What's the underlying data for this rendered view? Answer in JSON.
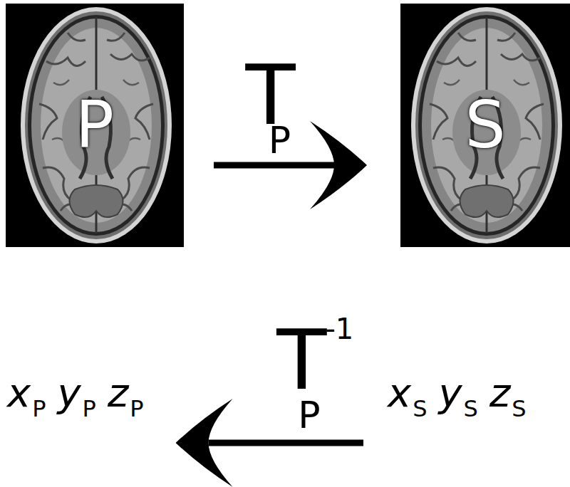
{
  "diagram": {
    "nodes": [
      {
        "text": [
          "P"
        ]
      },
      {
        "text": [
          "S"
        ]
      },
      {
        "text": [
          "x",
          "P",
          "y",
          "P",
          "z",
          "P"
        ]
      },
      {
        "text": [
          "x",
          "S",
          "y",
          "S",
          "z",
          "S"
        ]
      }
    ],
    "edges": [
      {
        "from": 0,
        "to": 1,
        "arrow": "to",
        "label": "T"
      },
      {
        "from": 3,
        "to": 2,
        "arrow": "to",
        "label": "T"
      }
    ],
    "labels": [
      "P",
      "-1",
      "P"
    ]
  }
}
